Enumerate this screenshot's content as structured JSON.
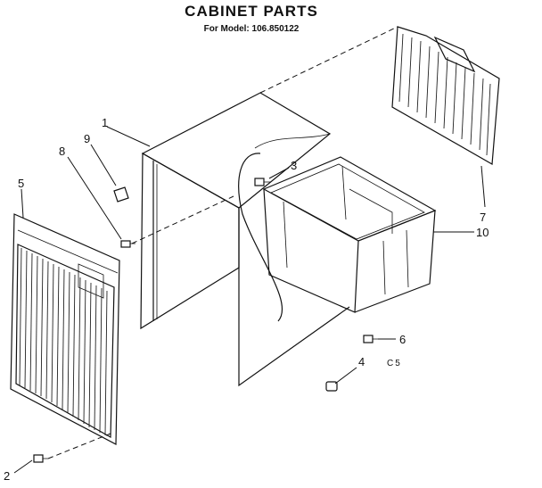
{
  "header": {
    "title": "CABINET PARTS",
    "subtitle": "For Model: 106.850122"
  },
  "callouts": {
    "p1": "1",
    "p2": "2",
    "p3": "3",
    "p4": "4",
    "p5": "5",
    "p6": "6",
    "p7": "7",
    "p8": "8",
    "p9": "9",
    "p10": "10"
  },
  "note": "C5",
  "colors": {
    "ink": "#111111",
    "background": "#ffffff"
  }
}
